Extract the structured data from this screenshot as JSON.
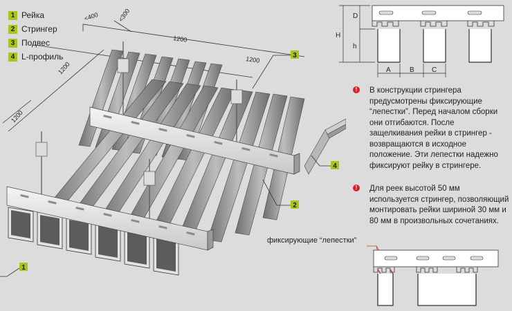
{
  "legend": [
    {
      "num": "1",
      "label": "Рейка"
    },
    {
      "num": "2",
      "label": "Стрингер"
    },
    {
      "num": "3",
      "label": "Подвес"
    },
    {
      "num": "4",
      "label": "L-профиль"
    }
  ],
  "callouts": {
    "c1": "1",
    "c2": "2",
    "c3": "3",
    "c4": "4"
  },
  "dims": {
    "d400": "<400",
    "d300": "<300",
    "d1200_top": "1200",
    "d1200_right": "1200",
    "d1200_left": "1200",
    "d1200_low": "1200"
  },
  "profile": {
    "D": "D",
    "H": "H",
    "h": "h",
    "A": "A",
    "B": "B",
    "C": "C"
  },
  "notes": [
    "В конструкции стрингера предусмотрены фиксирующие “лепестки”. Перед началом сборки они отгибаются. После защелкивания рейки в стрингер - возвращаются в исходное положение. Эти лепестки надежно фиксируют рейку в стрингере.",
    "Для реек высотой 50 мм используется стрингер, позволяющий монтировать рейки шириной 30 мм и 80 мм в произвольных сочетаниях."
  ],
  "petals_label": "фиксирующие “лепестки”",
  "colors": {
    "accent": "#a9c41b",
    "alert": "#d8232a",
    "background": "#dcdcdc"
  }
}
